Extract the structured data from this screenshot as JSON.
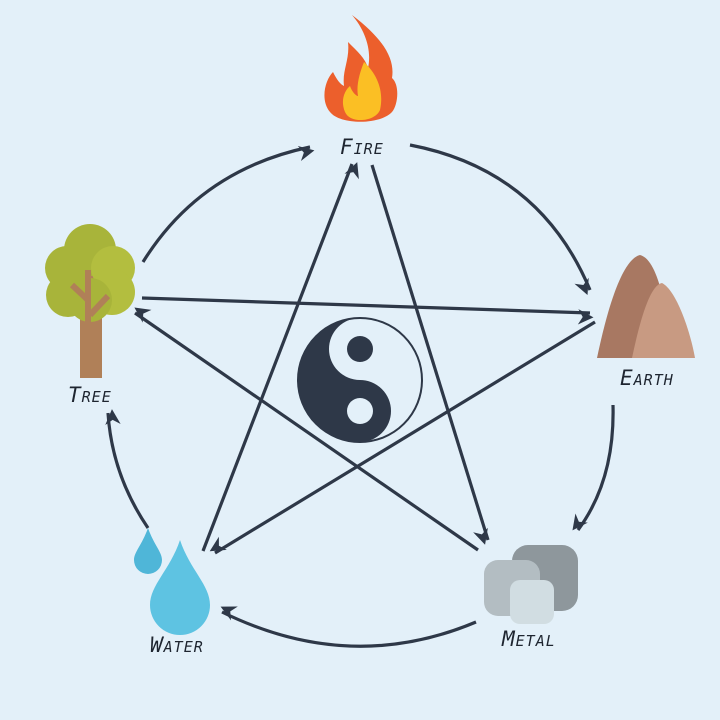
{
  "elements": {
    "fire": {
      "label": "Fire",
      "icon": "fire-icon"
    },
    "earth": {
      "label": "Earth",
      "icon": "mountain-icon"
    },
    "metal": {
      "label": "Metal",
      "icon": "metal-rocks-icon"
    },
    "water": {
      "label": "Water",
      "icon": "water-drops-icon"
    },
    "tree": {
      "label": "Tree",
      "icon": "tree-icon"
    }
  },
  "center": {
    "icon": "yin-yang-icon"
  },
  "generating_cycle": [
    [
      "Tree",
      "Fire"
    ],
    [
      "Fire",
      "Earth"
    ],
    [
      "Earth",
      "Metal"
    ],
    [
      "Metal",
      "Water"
    ],
    [
      "Water",
      "Tree"
    ]
  ],
  "overcoming_cycle": [
    [
      "Tree",
      "Earth"
    ],
    [
      "Earth",
      "Water"
    ],
    [
      "Water",
      "Fire"
    ],
    [
      "Fire",
      "Metal"
    ],
    [
      "Metal",
      "Tree"
    ]
  ],
  "colors": {
    "background": "#e3f0f9",
    "arrow": "#2e3848",
    "fire_outer": "#ec5f2c",
    "fire_inner": "#fbbf24",
    "earth": "#b98467",
    "metal": "#9ea7ac",
    "water": "#5ec3e2",
    "tree_leaves": "#a8b43a",
    "trunk": "#b08058"
  }
}
